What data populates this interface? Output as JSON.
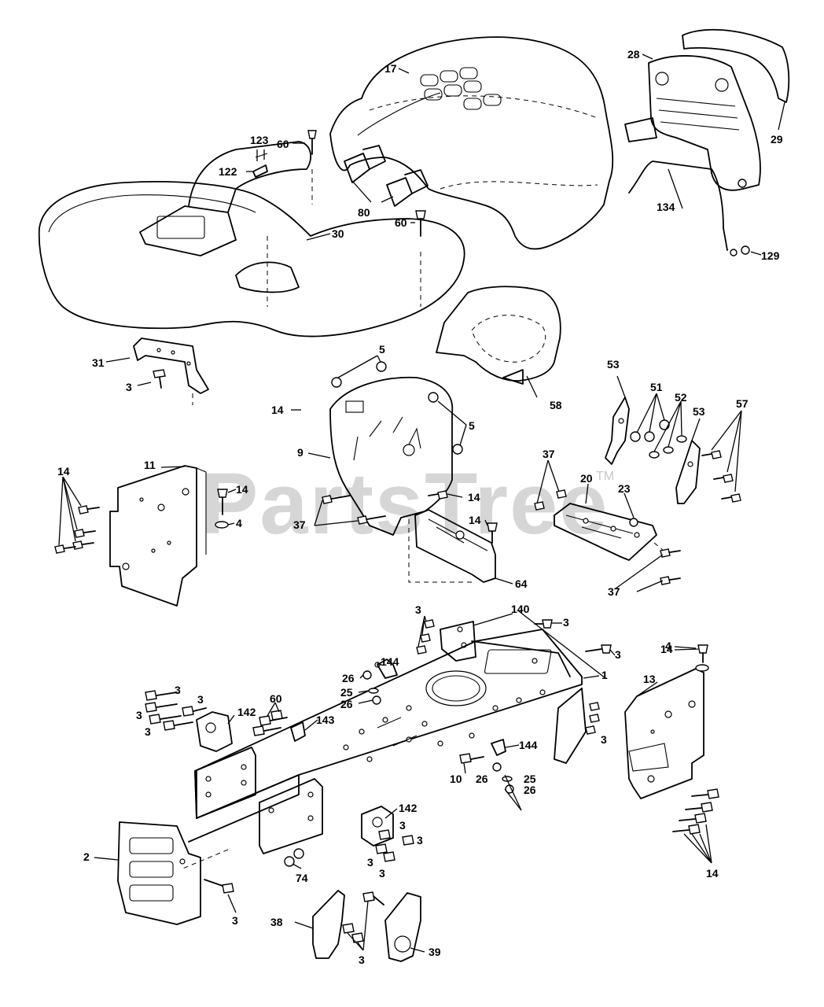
{
  "watermark": {
    "text": "PartsTree",
    "mark": "TM"
  },
  "callouts": {
    "c17": "17",
    "c28": "28",
    "c29": "29",
    "c123": "123",
    "c60a": "60",
    "c122": "122",
    "c30": "30",
    "c80": "80",
    "c60b": "60",
    "c134": "134",
    "c129": "129",
    "c31": "31",
    "c3a": "3",
    "c5a": "5",
    "c5b": "5",
    "c58": "58",
    "c14a": "14",
    "c9": "9",
    "c53a": "53",
    "c51": "51",
    "c52": "52",
    "c53b": "53",
    "c57": "57",
    "c11": "11",
    "c14b": "14",
    "c14c": "14",
    "c4a": "4",
    "c14d": "14",
    "c37a": "37",
    "c20": "20",
    "c23": "23",
    "c37b": "37",
    "c14e": "14",
    "c64": "64",
    "c37c": "37",
    "c3b": "3",
    "c140": "140",
    "c3c": "3",
    "c14f": "14",
    "c4b": "4",
    "c3d": "3",
    "c1": "1",
    "c13": "13",
    "c144a": "144",
    "c26a": "26",
    "c25a": "25",
    "c26b": "26",
    "c3e": "3",
    "c3f": "3",
    "c60c": "60",
    "c3g": "3",
    "c142a": "142",
    "c143": "143",
    "c3h": "3",
    "c3i": "3",
    "c144b": "144",
    "c10": "10",
    "c26c": "26",
    "c25b": "25",
    "c26d": "26",
    "c142b": "142",
    "c3j": "3",
    "c3k": "3",
    "c3l": "3",
    "c3m": "3",
    "c2": "2",
    "c74": "74",
    "c3n": "3",
    "c14g": "14",
    "c38": "38",
    "c3o": "3",
    "c39": "39"
  }
}
